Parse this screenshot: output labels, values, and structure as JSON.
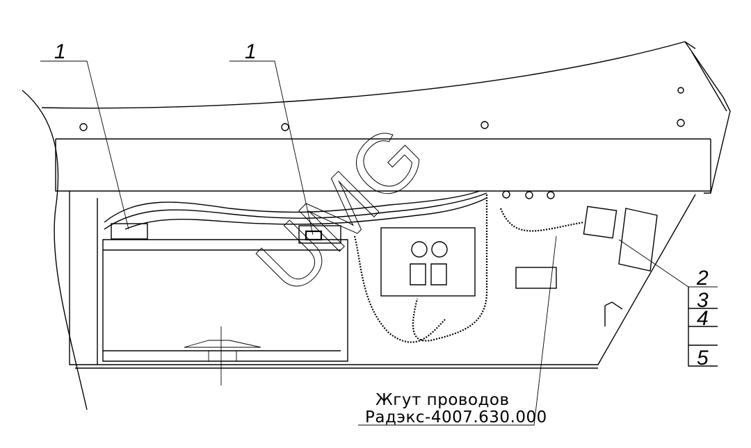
{
  "drawing": {
    "callouts": [
      {
        "number": "1"
      },
      {
        "number": "1"
      }
    ],
    "side_table": [
      "2",
      "3",
      "4",
      "5"
    ],
    "caption": {
      "line1": "Жгут проводов",
      "line2": "Радэкс-4007.630.000"
    },
    "watermark": "UMG"
  }
}
